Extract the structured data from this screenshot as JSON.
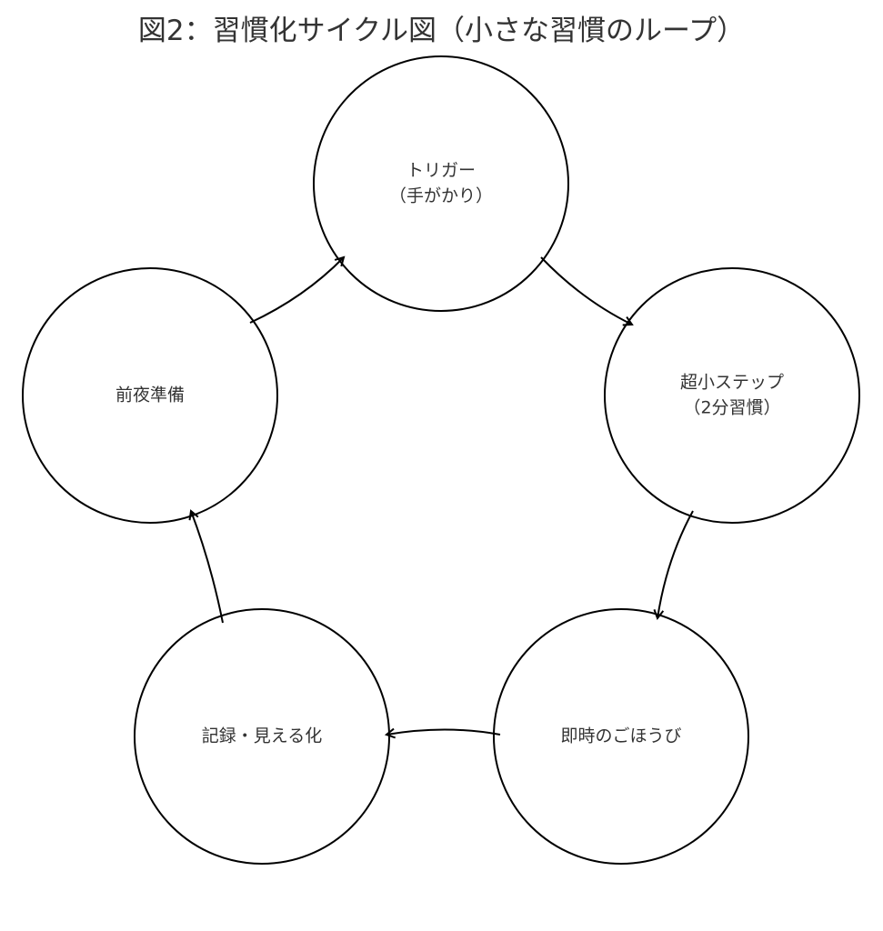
{
  "title": "図2：習慣化サイクル図（小さな習慣のループ）",
  "nodes": [
    {
      "id": "trigger",
      "lines": [
        "トリガー",
        "（手がかり）"
      ]
    },
    {
      "id": "tiny-step",
      "lines": [
        "超小ステップ",
        "（2分習慣）"
      ]
    },
    {
      "id": "reward",
      "lines": [
        "即時のごほうび"
      ]
    },
    {
      "id": "record",
      "lines": [
        "記録・見える化"
      ]
    },
    {
      "id": "prep",
      "lines": [
        "前夜準備"
      ]
    }
  ],
  "edges": [
    {
      "from": "trigger",
      "to": "tiny-step"
    },
    {
      "from": "tiny-step",
      "to": "reward"
    },
    {
      "from": "reward",
      "to": "record"
    },
    {
      "from": "record",
      "to": "prep"
    },
    {
      "from": "prep",
      "to": "trigger"
    }
  ],
  "colors": {
    "stroke": "#000000",
    "text": "#333333"
  }
}
